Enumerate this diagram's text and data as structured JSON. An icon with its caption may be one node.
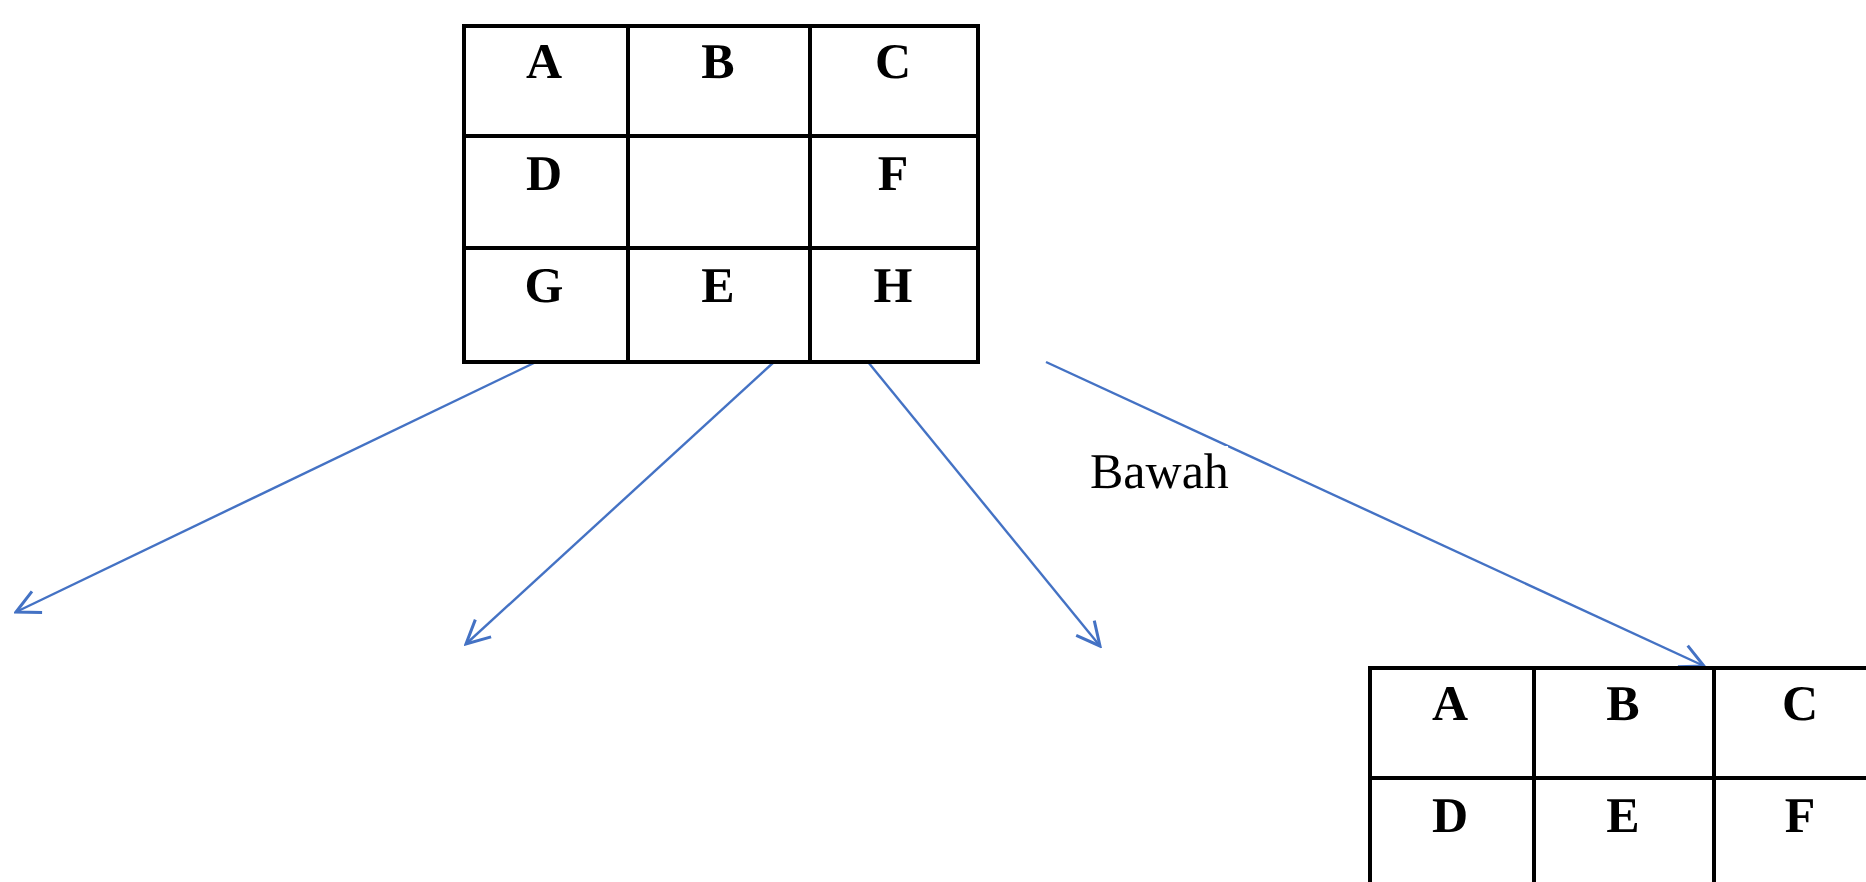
{
  "diagram": {
    "nodes": [
      {
        "text": [],
        "shape": "box"
      },
      {
        "text": [
          "A"
        ],
        "in": 0
      },
      {
        "text": [
          "B"
        ],
        "in": 0
      },
      {
        "text": [
          "C"
        ],
        "in": 0
      },
      {
        "text": [
          "D"
        ],
        "in": 0
      },
      {
        "text": [],
        "shape": "box",
        "in": 0
      },
      {
        "text": [
          "F"
        ],
        "in": 0
      },
      {
        "text": [
          "G"
        ],
        "in": 0
      },
      {
        "text": [
          "E"
        ],
        "in": 0
      },
      {
        "text": [
          "H"
        ],
        "in": 0
      },
      {
        "text": [],
        "shape": "box"
      },
      {
        "text": [
          "A"
        ],
        "in": 10
      },
      {
        "text": [
          "B"
        ],
        "in": 10
      },
      {
        "text": [
          "C"
        ],
        "in": 10
      },
      {
        "text": [
          "D"
        ],
        "in": 10
      },
      {
        "text": [
          "E"
        ],
        "in": 10
      },
      {
        "text": [
          "F"
        ],
        "in": 10
      }
    ],
    "edges": [
      {
        "from": 0,
        "to": null,
        "arrow": "to"
      },
      {
        "from": 0,
        "to": null,
        "arrow": "to"
      },
      {
        "from": 0,
        "to": null,
        "arrow": "to"
      },
      {
        "from": 0,
        "to": 10,
        "arrow": "to",
        "label": "Bawah"
      }
    ]
  }
}
